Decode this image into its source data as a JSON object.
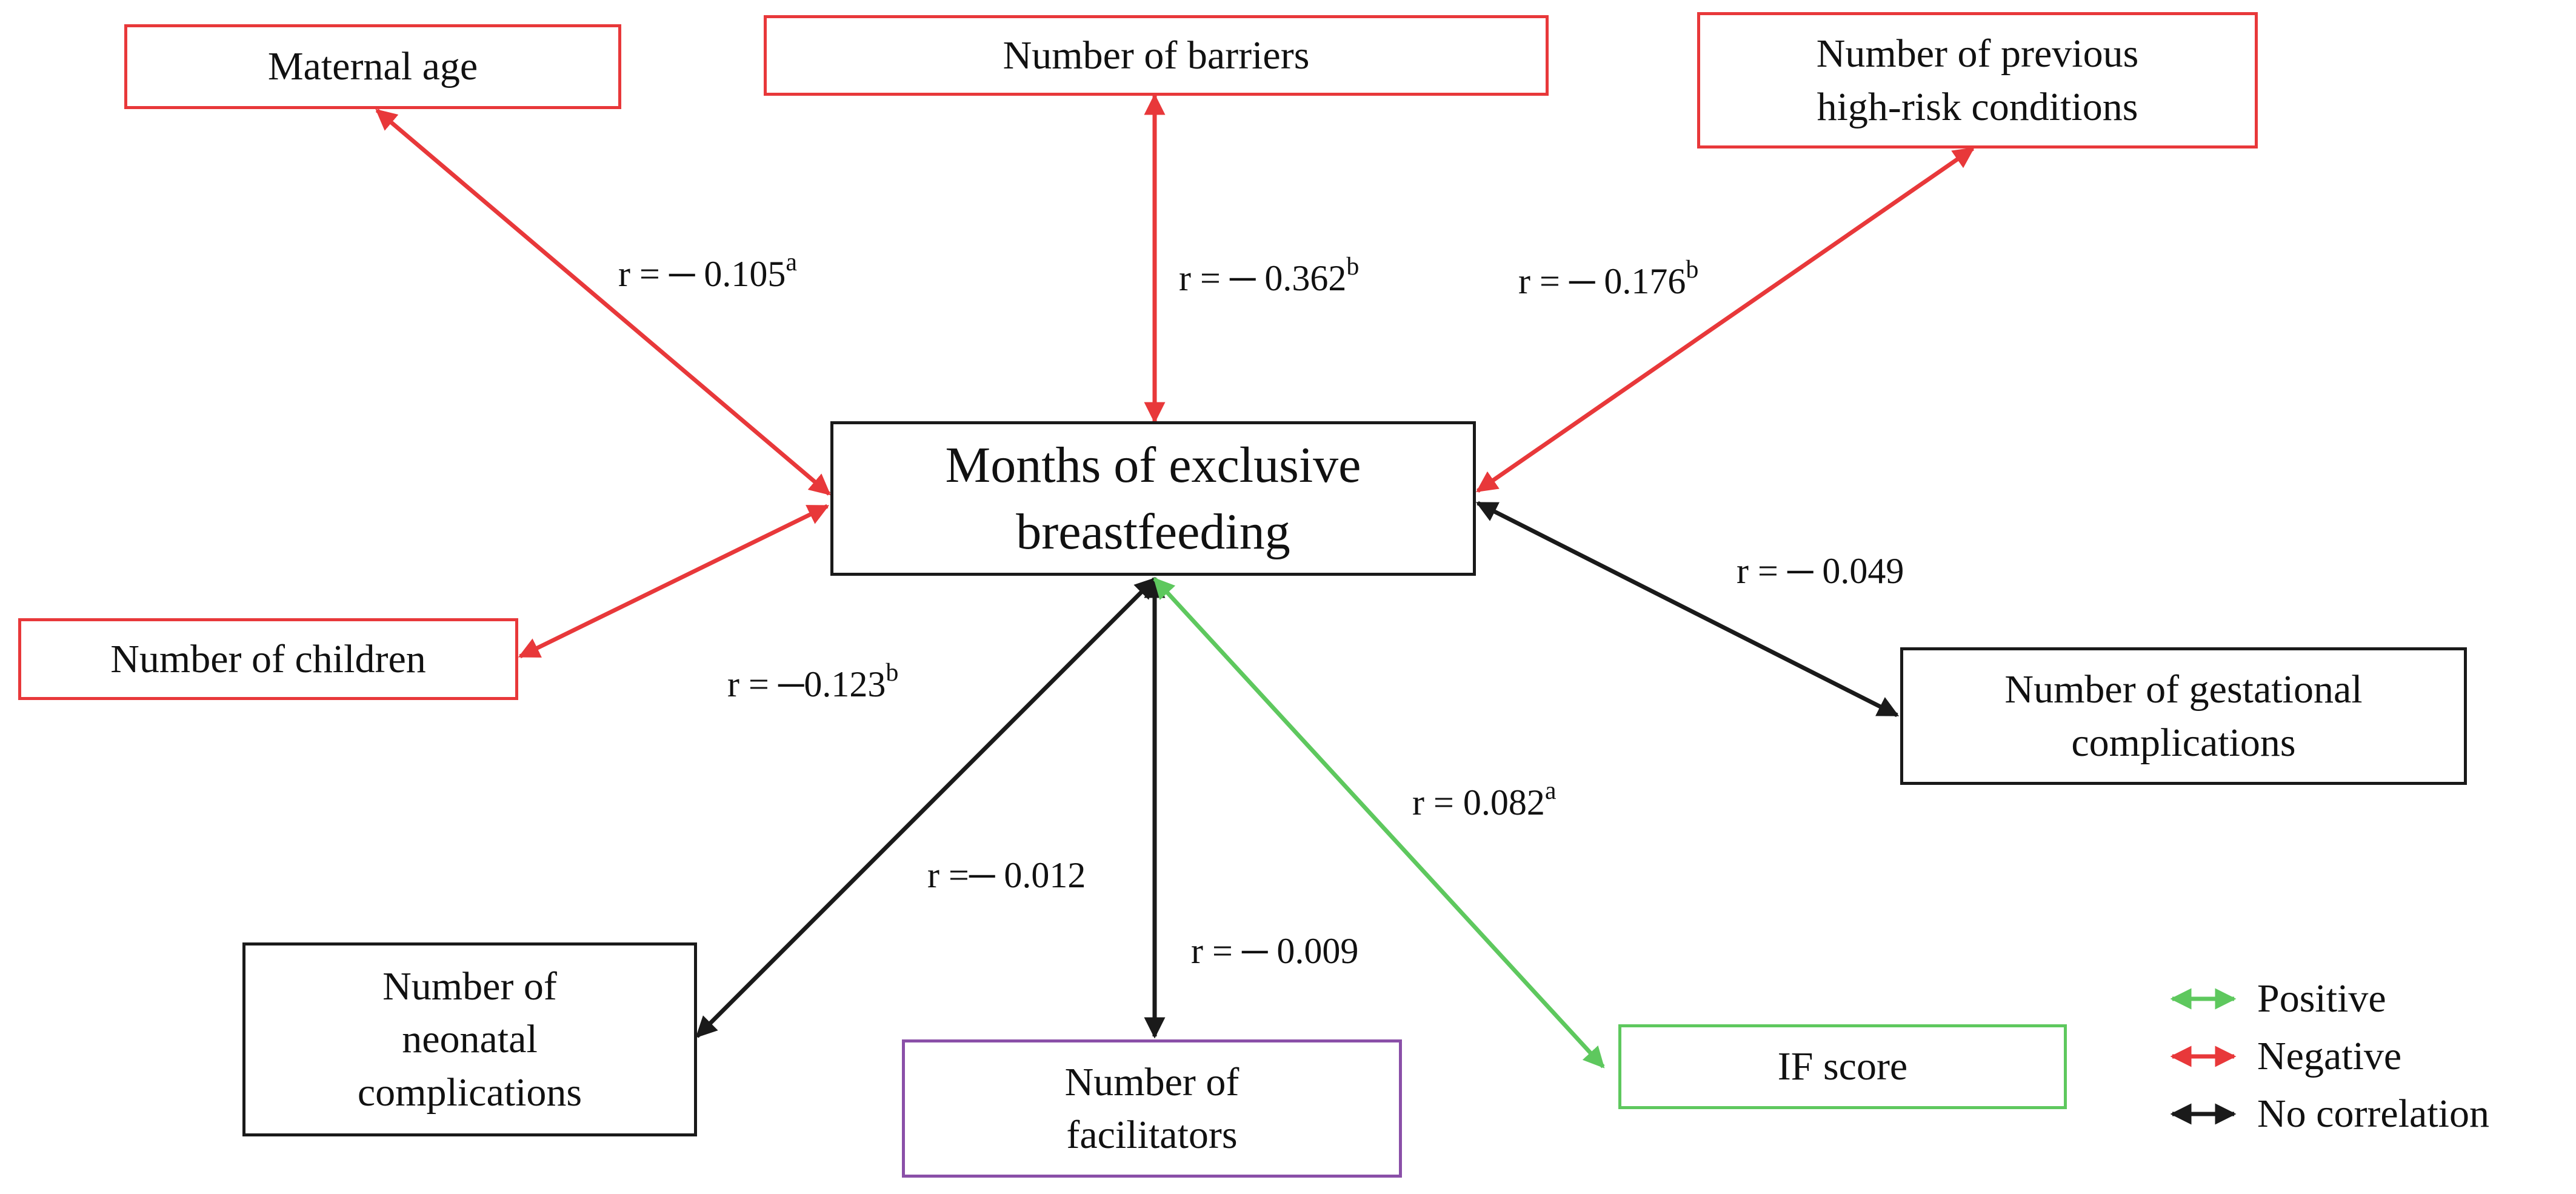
{
  "nodes": {
    "center": [
      "Months of exclusive",
      "breastfeeding"
    ],
    "maternal_age": [
      "Maternal age"
    ],
    "barriers": [
      "Number of barriers"
    ],
    "high_risk": [
      "Number of previous",
      "high-risk conditions"
    ],
    "children": [
      "Number of children"
    ],
    "gestational": [
      "Number of gestational",
      "complications"
    ],
    "neonatal": [
      "Number of",
      "neonatal",
      "complications"
    ],
    "facilitators": [
      "Number of",
      "facilitators"
    ],
    "if_score": [
      "IF score"
    ]
  },
  "correlations": {
    "maternal_age": {
      "text": "r = ─ 0.105",
      "sup": "a",
      "type": "negative"
    },
    "barriers": {
      "text": "r = ─ 0.362",
      "sup": "b",
      "type": "negative"
    },
    "high_risk": {
      "text": "r = ─ 0.176",
      "sup": "b",
      "type": "negative"
    },
    "children": {
      "text": "r = ─0.123",
      "sup": "b",
      "type": "negative"
    },
    "gestational": {
      "text": "r = ─ 0.049",
      "sup": "",
      "type": "none"
    },
    "neonatal": {
      "text": "r =─ 0.012",
      "sup": "",
      "type": "none"
    },
    "facilitators": {
      "text": "r = ─ 0.009",
      "sup": "",
      "type": "none"
    },
    "if_score": {
      "text": "r = 0.082",
      "sup": "a",
      "type": "positive"
    }
  },
  "legend": {
    "positive": "Positive",
    "negative": "Negative",
    "none": "No correlation"
  },
  "colors": {
    "positive": "#5ec85e",
    "negative": "#e8383a",
    "none": "#1a1a1a",
    "facilitators_border": "#8a4fa8"
  }
}
